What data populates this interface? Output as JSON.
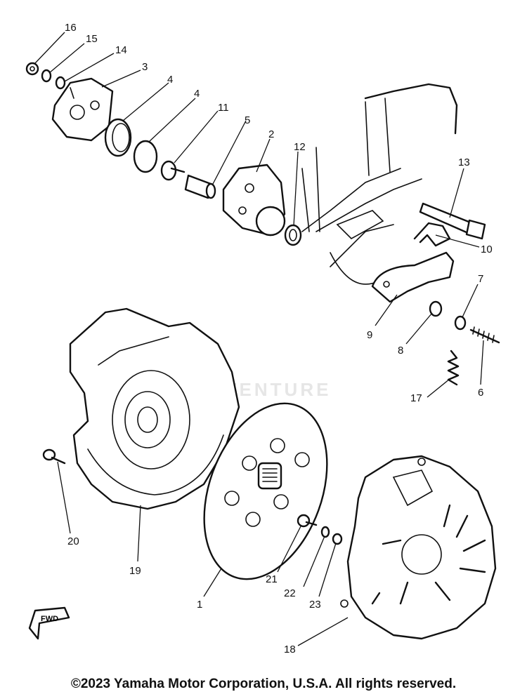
{
  "callouts": [
    "16",
    "15",
    "14",
    "3",
    "4",
    "4",
    "11",
    "5",
    "2",
    "12",
    "13",
    "10",
    "7",
    "9",
    "8",
    "6",
    "17",
    "20",
    "19",
    "1",
    "21",
    "22",
    "23",
    "18"
  ],
  "watermark": "L  VENTURE",
  "fwd_label": "FWD",
  "copyright": "©2023 Yamaha Motor Corporation, U.S.A. All rights reserved."
}
